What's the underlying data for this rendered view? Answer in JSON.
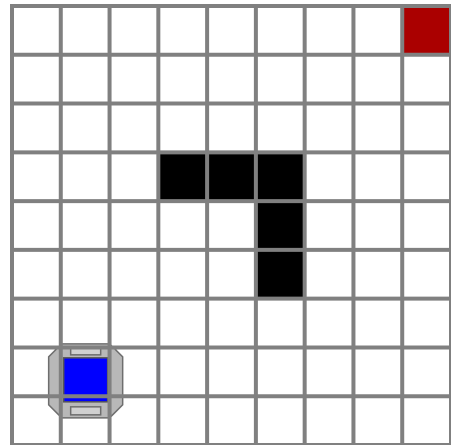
{
  "grid": {
    "rows": 9,
    "cols": 9,
    "cell_color": "#ffffff",
    "line_color": "#808080",
    "wall_color": "#000000"
  },
  "walls": [
    {
      "row": 3,
      "col": 3
    },
    {
      "row": 3,
      "col": 4
    },
    {
      "row": 3,
      "col": 5
    },
    {
      "row": 4,
      "col": 5
    },
    {
      "row": 5,
      "col": 5
    }
  ],
  "goal": {
    "row": 0,
    "col": 8,
    "color": "#aa0000"
  },
  "agent": {
    "row": 7,
    "col": 1,
    "body_color": "#b8b8b8",
    "core_color": "#0000ff",
    "icon": "robot-icon"
  }
}
